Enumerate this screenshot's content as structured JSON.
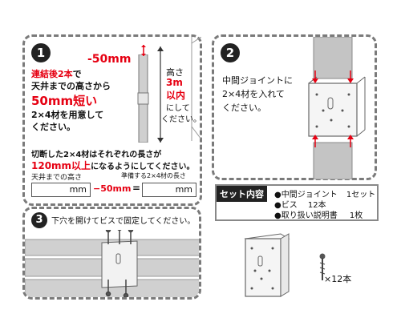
{
  "step1": {
    "number": "1",
    "minus_label": "-50mm",
    "height_line1": "高さ",
    "height_line2": "3m",
    "height_line3": "以内",
    "height_line4": "にして",
    "height_line5": "ください。",
    "inst_line1": "連結後2本",
    "inst_line1b": "で",
    "inst_line2": "天井までの高さから",
    "inst_line3": "50mm短い",
    "inst_line4": "2×4材を用意して",
    "inst_line5": "ください。",
    "cut_line1": "切断した2×4材はそれぞれの長さが",
    "cut_line2_red": "120mm以上",
    "cut_line2_rest": "になるようにしてください。",
    "label_ceiling": "天井までの高さ",
    "label_prepare": "準備する2×4材の長さ",
    "unit_mm_1": "mm",
    "minus_op": "−50mm",
    "equals": "=",
    "unit_mm_2": "mm"
  },
  "step2": {
    "number": "2",
    "inst_line1": "中間ジョイントに",
    "inst_line2": "2×4材を入れて",
    "inst_line3": "ください。"
  },
  "step3": {
    "number": "3",
    "instruction": "下穴を開けてビスで固定してください。"
  },
  "set_contents": {
    "title": "セット内容",
    "items": [
      {
        "name": "●中間ジョイント",
        "qty": "1セット"
      },
      {
        "name": "●ビス",
        "qty": "12本"
      },
      {
        "name": "●取り扱い説明書",
        "qty": "1枚"
      }
    ]
  },
  "screw_count": "×12本"
}
